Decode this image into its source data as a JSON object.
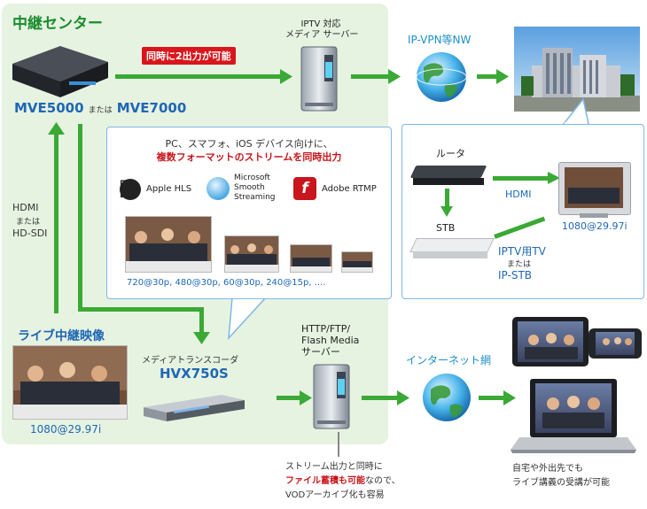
{
  "center": {
    "title": "中継センター",
    "encoder_model_a": "MVE5000",
    "encoder_connector": "または",
    "encoder_model_b": "MVE7000",
    "badge": "同時に2出力が可能",
    "input_hdmi": "HDMI",
    "input_or": "または",
    "input_hdsdi": "HD-SDI",
    "live_title": "ライブ中継映像",
    "live_res": "1080@29.97i",
    "transcoder_label": "メディアトランスコーダ",
    "transcoder_model": "HVX750S"
  },
  "iptv_server": {
    "line1": "IPTV 対応",
    "line2": "メディア サーバー"
  },
  "ipvpn": {
    "label": "IP-VPN等NW"
  },
  "callout_formats": {
    "line1": "PC、スマフォ、iOS デバイス向けに、",
    "line2": "複数フォーマットのストリームを同時出力",
    "apple": "Apple HLS",
    "ms_1": "Microsoft",
    "ms_2": "Smooth",
    "ms_3": "Streaming",
    "adobe": "Adobe RTMP",
    "resolutions": "720@30p, 480@30p, 60@30p, 240@15p, ...."
  },
  "receive": {
    "router": "ルータ",
    "hdmi": "HDMI",
    "stb": "STB",
    "tv_res": "1080@29.97i",
    "iptv_1": "IPTV用TV",
    "iptv_or": "または",
    "iptv_2": "IP-STB"
  },
  "flash_server": {
    "line1": "HTTP/FTP/",
    "line2": "Flash Media",
    "line3": "サーバー"
  },
  "internet": {
    "label": "インターネット網"
  },
  "note_server": {
    "line1": "ストリーム出力と同時に",
    "line2_red": "ファイル蓄積も可能",
    "line2_rest": "なので、",
    "line3": "VODアーカイブ化も容易"
  },
  "note_client": {
    "line1": "自宅や外出先でも",
    "line2": "ライブ講義の受講が可能"
  },
  "colors": {
    "arrow": "#3aa935",
    "panel": "#e6f3e1",
    "accent_blue": "#1f67b4",
    "accent_red": "#c8151b",
    "badge": "#d8161c"
  }
}
